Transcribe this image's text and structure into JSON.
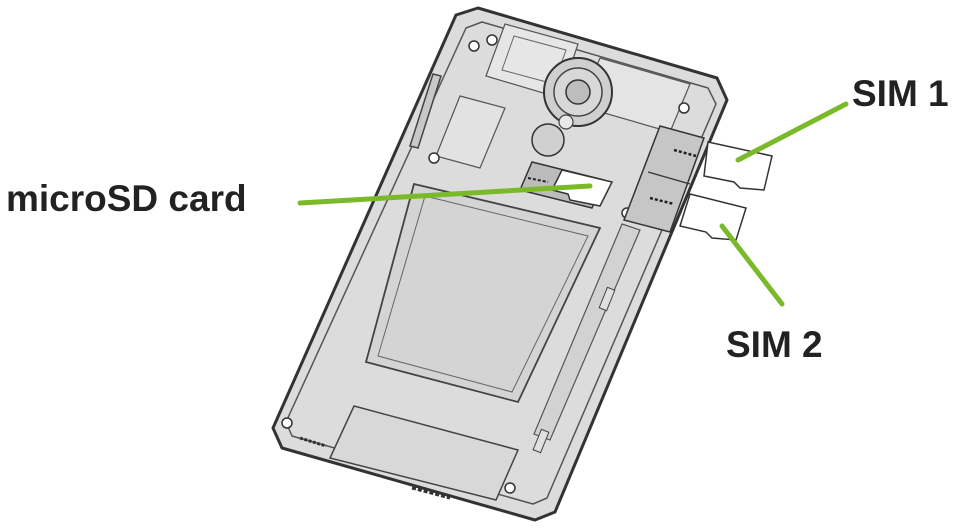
{
  "labels": {
    "microsd": "microSD card",
    "sim1": "SIM 1",
    "sim2": "SIM 2"
  },
  "colors": {
    "leader_line": "#7ab929",
    "phone_body": "#dcdcdc",
    "outline": "#333333",
    "card": "#ffffff",
    "label_text": "#222222"
  }
}
